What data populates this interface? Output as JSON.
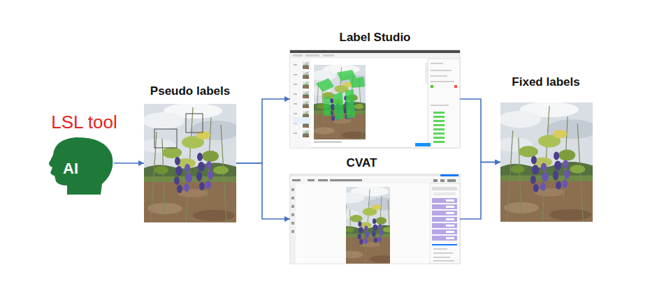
{
  "diagram": {
    "nodes": [
      {
        "text": [
          "LSL tool",
          "AI"
        ]
      },
      {
        "text": [
          "Pseudo labels"
        ]
      },
      {
        "text": [
          "Label Studio"
        ]
      },
      {
        "text": [
          "CVAT"
        ]
      },
      {
        "text": [
          "Fixed labels"
        ]
      }
    ],
    "edges": [
      {
        "from": 0,
        "to": 1,
        "arrow": "to"
      },
      {
        "from": 1,
        "to": 2,
        "arrow": "to"
      },
      {
        "from": 1,
        "to": 3,
        "arrow": "to"
      },
      {
        "from": 2,
        "to": 4,
        "arrow": "to"
      },
      {
        "from": 3,
        "to": 4,
        "arrow": "to"
      }
    ]
  }
}
